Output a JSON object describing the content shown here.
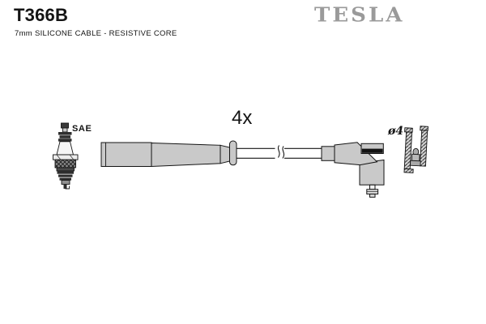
{
  "header": {
    "part_number": "T366B",
    "subtitle": "7mm SILICONE CABLE - RESISTIVE CORE"
  },
  "brand": {
    "name": "TESLA"
  },
  "diagram": {
    "labels": {
      "plug_standard": "SAE",
      "quantity": "4x",
      "terminal_diameter": "ø4"
    },
    "colors": {
      "part_fill": "#c9c9c9",
      "outline": "#141414",
      "logo": "#9a9a9a"
    }
  }
}
